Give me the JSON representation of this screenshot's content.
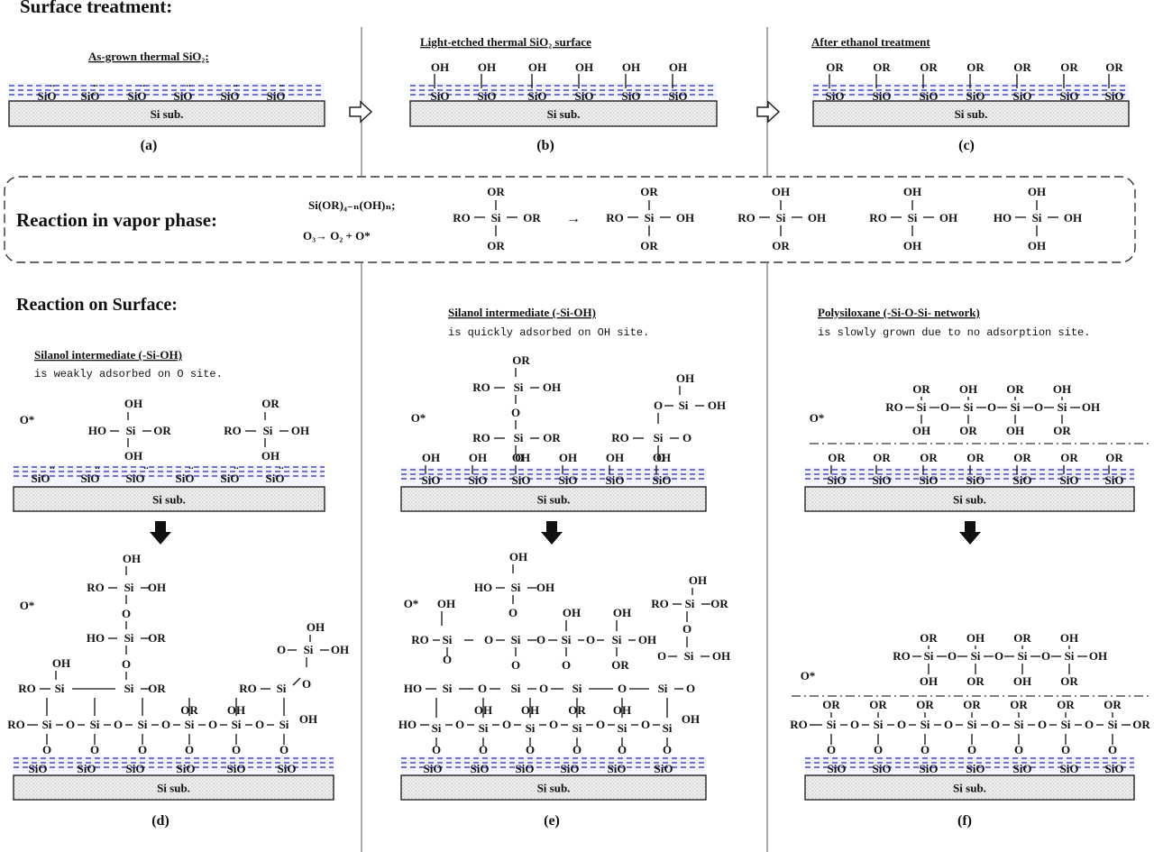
{
  "header": {
    "surface_treatment": "Surface treatment:",
    "reaction_vapor": "Reaction in vapor phase:",
    "reaction_surface": "Reaction on Surface:"
  },
  "substrate_label": "Si sub.",
  "top_panels": [
    {
      "title": "As-grown thermal SiO₂:",
      "label": "(a)"
    },
    {
      "title": "Light-etched thermal SiO₂ surface",
      "label": "(b)"
    },
    {
      "title": "After ethanol treatment",
      "label": "(c)"
    }
  ],
  "vapor": {
    "formula": "Si(OR)₄₋ₙ(OH)ₙ;",
    "ozone": "O₃→ O₂ + O*",
    "arrow": "→"
  },
  "bottom_panels": [
    {
      "title": "Silanol intermediate (-Si-OH)",
      "subtitle": "is weakly adsorbed on O site.",
      "label": "(d)"
    },
    {
      "title": "Silanol intermediate (-Si-OH)",
      "subtitle": "is quickly adsorbed  on OH site.",
      "label": "(e)"
    },
    {
      "title": "Polysiloxane (-Si-O-Si- network)",
      "subtitle": "is slowly grown due to no adsorption site.",
      "label": "(f)"
    }
  ],
  "colors": {
    "oxide_dash": "#6f73d8",
    "substrate_fill": "#ececec",
    "ink": "#111111"
  }
}
